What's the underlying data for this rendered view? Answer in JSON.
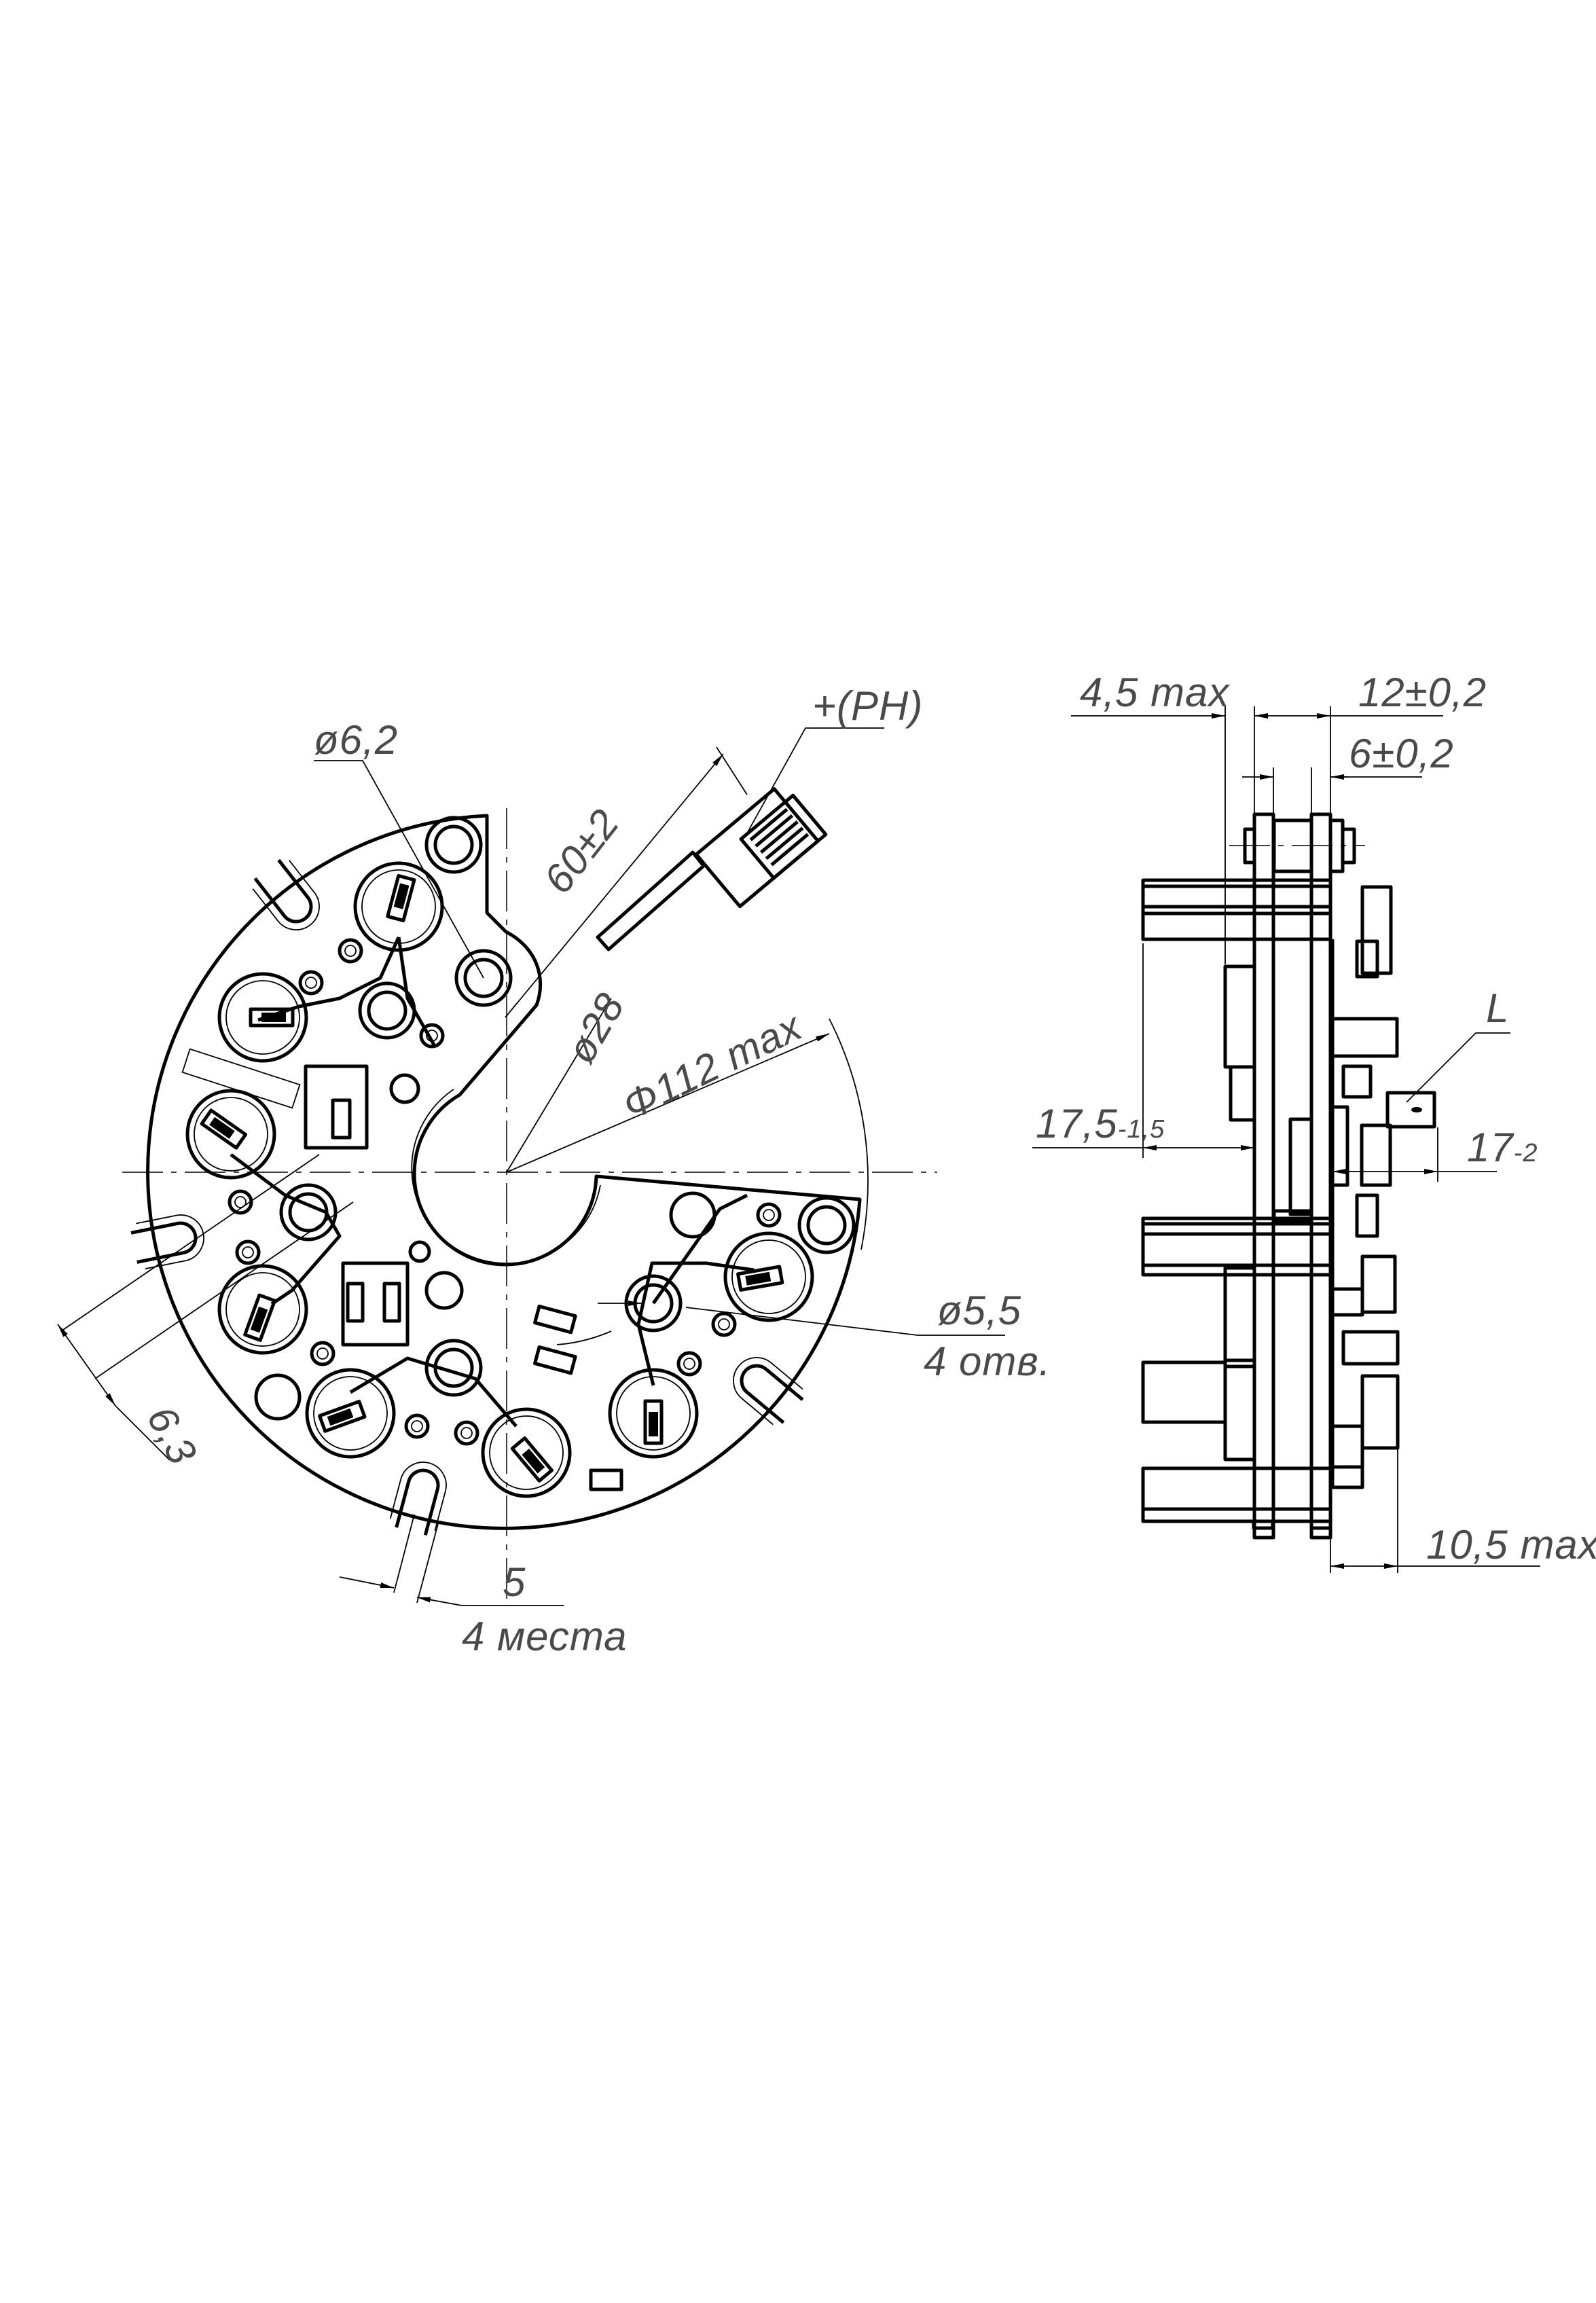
{
  "drawing": {
    "front_view": {
      "d_hole": "ø6,2",
      "length": "60±2",
      "terminal": "+(PH)",
      "d_center": "ø28",
      "d_outer": "Φ112 max",
      "d_mount": "ø5,5",
      "mount_count": "4 отв.",
      "offset": "6,3",
      "slot_width": "5",
      "slot_count": "4 места"
    },
    "side_view": {
      "overhang": "4,5 max",
      "plates_span": "12±0,2",
      "plate_gap": "6±0,2",
      "terminal": "L",
      "height1_main": "17,5",
      "height1_tol": "-1,5",
      "height2_main": "17",
      "height2_tol": "-2",
      "back_depth": "10,5 max"
    }
  }
}
